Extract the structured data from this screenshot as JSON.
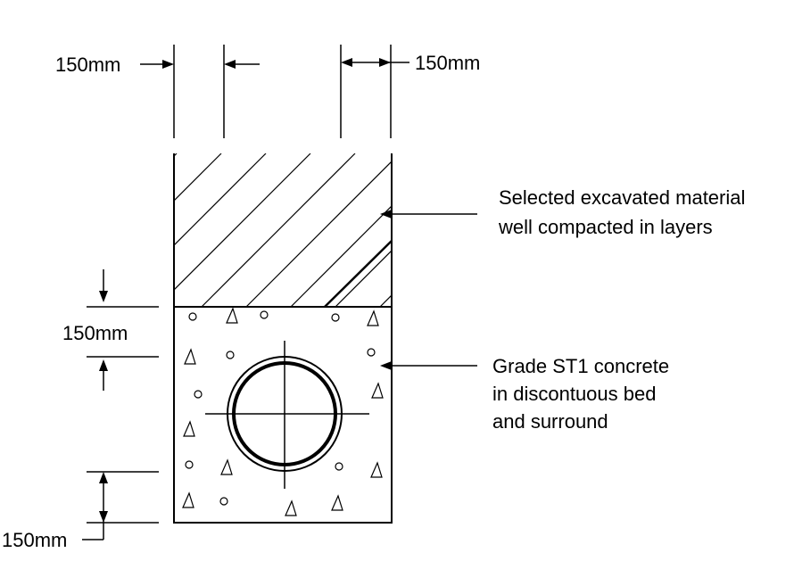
{
  "dimensions": {
    "top_left_width": "150mm",
    "top_right_width": "150mm",
    "bed_above_crown": "150mm",
    "bed_below_invert": "150mm"
  },
  "annotations": {
    "backfill_line1": "Selected excavated material",
    "backfill_line2": "well compacted in layers",
    "concrete_line1": "Grade ST1 concrete",
    "concrete_line2": "in discontuous bed",
    "concrete_line3": "and surround"
  },
  "colors": {
    "line": "#000000",
    "background": "#ffffff"
  }
}
